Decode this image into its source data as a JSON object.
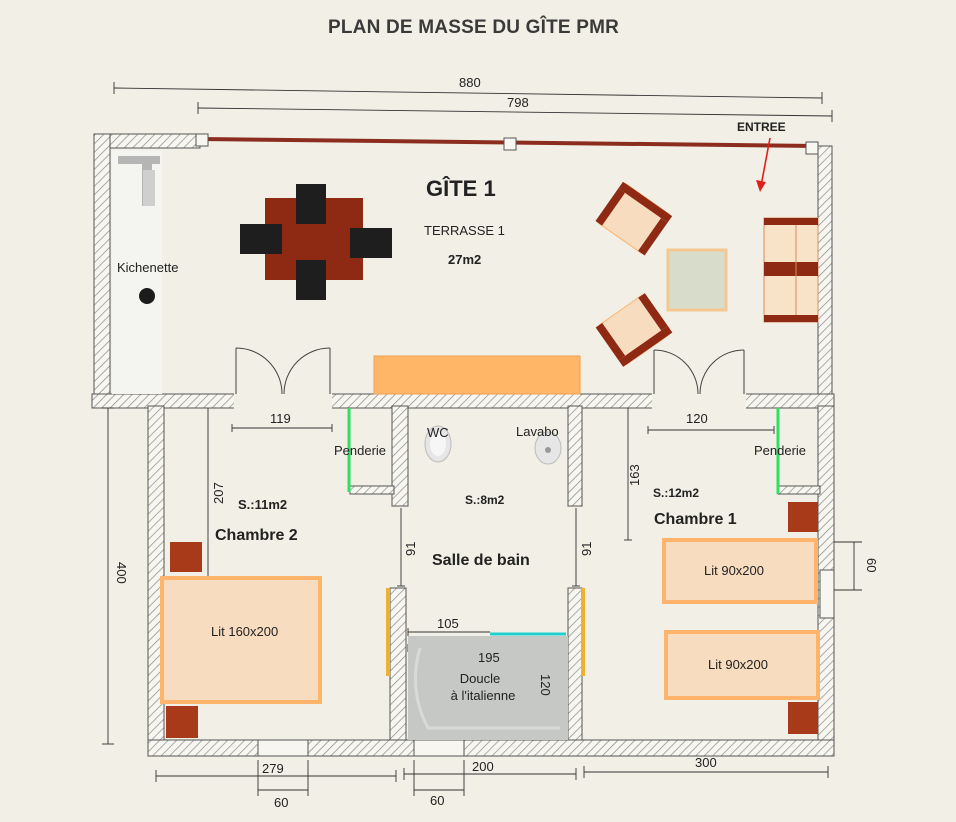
{
  "title": "PLAN DE MASSE DU GÎTE PMR",
  "gite_label": "GÎTE 1",
  "terrace": {
    "name": "TERRASSE 1",
    "area": "27m2"
  },
  "entrance": "ENTREE",
  "rooms": {
    "kitchenette": "Kichenette",
    "chambre2": {
      "name": "Chambre  2",
      "area": "S.:11m2",
      "bed": "Lit 160x200",
      "closet": "Penderie"
    },
    "chambre1": {
      "name": "Chambre 1",
      "area": "S.:12m2",
      "bed_a": "Lit 90x200",
      "bed_b": "Lit 90x200",
      "closet": "Penderie"
    },
    "bathroom": {
      "name": "Salle de bain",
      "area": "S.:8m2",
      "wc": "WC",
      "sink": "Lavabo",
      "shower_line1": "Doucle",
      "shower_line2": "à l'italienne"
    }
  },
  "dimensions": {
    "overall_width": "880",
    "terrace_width": "798",
    "overall_depth": "400",
    "ch2_closet_width": "119",
    "ch2_depth": "207",
    "ch1_closet_width": "120",
    "ch1_depth": "163",
    "bath_door_left": "91",
    "bath_door_right": "91",
    "shower_offset": "105",
    "shower_width": "195",
    "shower_depth": "120",
    "ch1_window": "60",
    "bottom_left": "279",
    "bottom_left_window": "60",
    "bottom_mid": "200",
    "bottom_mid_window": "60",
    "bottom_right": "300"
  },
  "colors": {
    "wall_hatch": "#9a9a9a",
    "terrace_beam": "#8b2c1e",
    "table": "#8e2a14",
    "chair": "#1e1e1e",
    "bench": "#ffb667",
    "bed_fill": "#f8dcc0",
    "bed_border": "#ffb36b",
    "nightstand": "#a83a1a",
    "closet_door": "#2fe060",
    "shower_edge": "#20d0d0",
    "bath_door": "#f0b030",
    "entrance_arrow": "#e0201a"
  }
}
